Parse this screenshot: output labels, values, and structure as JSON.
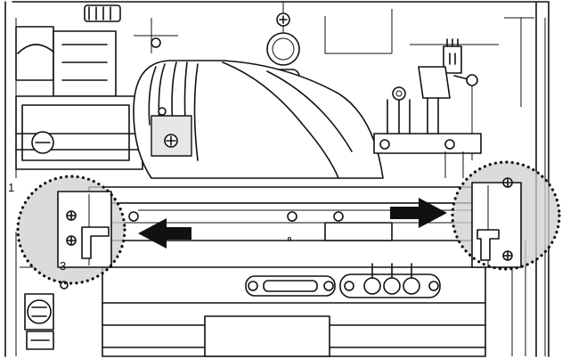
{
  "diagram": {
    "colors": {
      "line": "#111111",
      "background": "#ffffff",
      "highlight": "#cfcfcf"
    },
    "arrows": [
      {
        "name": "left",
        "direction": "left"
      },
      {
        "name": "right",
        "direction": "right"
      }
    ],
    "callouts": [
      {
        "name": "left-bracket-detail",
        "style": "dotted-circle"
      },
      {
        "name": "right-bracket-detail",
        "style": "dotted-circle"
      }
    ],
    "labels": {
      "left_edge_marker": "1",
      "left_part_number": "3"
    },
    "icons": [
      "screw-icon",
      "connector-icon",
      "fan-housing-icon"
    ]
  }
}
